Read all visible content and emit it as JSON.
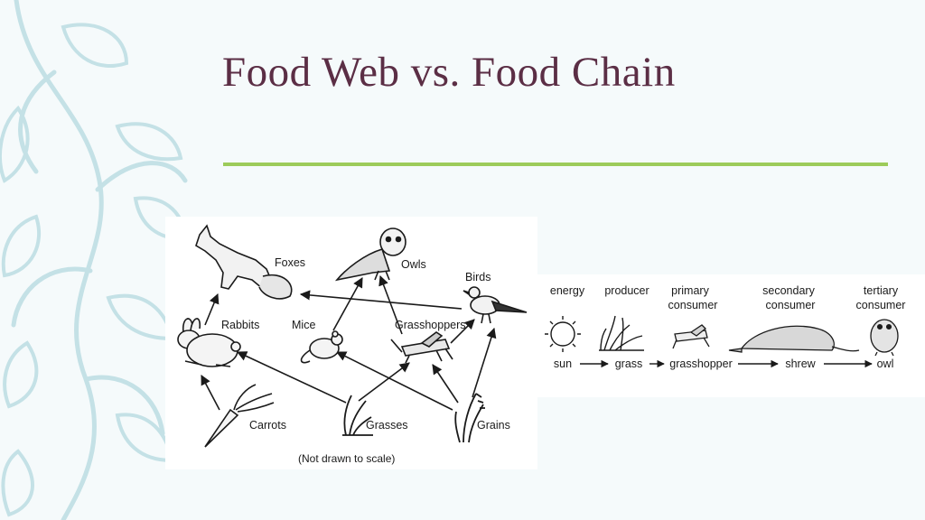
{
  "slide": {
    "title": "Food Web vs. Food Chain",
    "colors": {
      "title": "#5b2e45",
      "rule": "#9ccb5a",
      "vine": "#c4e1e6",
      "background": "#f5fafb",
      "ink": "#1a1a1a"
    }
  },
  "food_web": {
    "organisms": {
      "foxes": "Foxes",
      "owls": "Owls",
      "birds": "Birds",
      "rabbits": "Rabbits",
      "mice": "Mice",
      "grasshoppers": "Grasshoppers",
      "carrots": "Carrots",
      "grasses": "Grasses",
      "grains": "Grains"
    },
    "arrows": [
      {
        "from": "carrots",
        "to": "rabbits"
      },
      {
        "from": "rabbits",
        "to": "foxes"
      },
      {
        "from": "grasses",
        "to": "rabbits"
      },
      {
        "from": "grasses",
        "to": "grasshoppers"
      },
      {
        "from": "grains",
        "to": "mice"
      },
      {
        "from": "grains",
        "to": "grasshoppers"
      },
      {
        "from": "grains",
        "to": "birds"
      },
      {
        "from": "mice",
        "to": "owls"
      },
      {
        "from": "grasshoppers",
        "to": "owls"
      },
      {
        "from": "grasshoppers",
        "to": "birds"
      },
      {
        "from": "birds",
        "to": "foxes"
      }
    ],
    "note": "(Not drawn to scale)"
  },
  "food_chain": {
    "roles": {
      "energy": "energy",
      "producer": "producer",
      "primary_1": "primary",
      "primary_2": "consumer",
      "secondary_1": "secondary",
      "secondary_2": "consumer",
      "tertiary_1": "tertiary",
      "tertiary_2": "consumer"
    },
    "names": {
      "sun": "sun",
      "grass": "grass",
      "grasshopper": "grasshopper",
      "shrew": "shrew",
      "owl": "owl"
    }
  }
}
